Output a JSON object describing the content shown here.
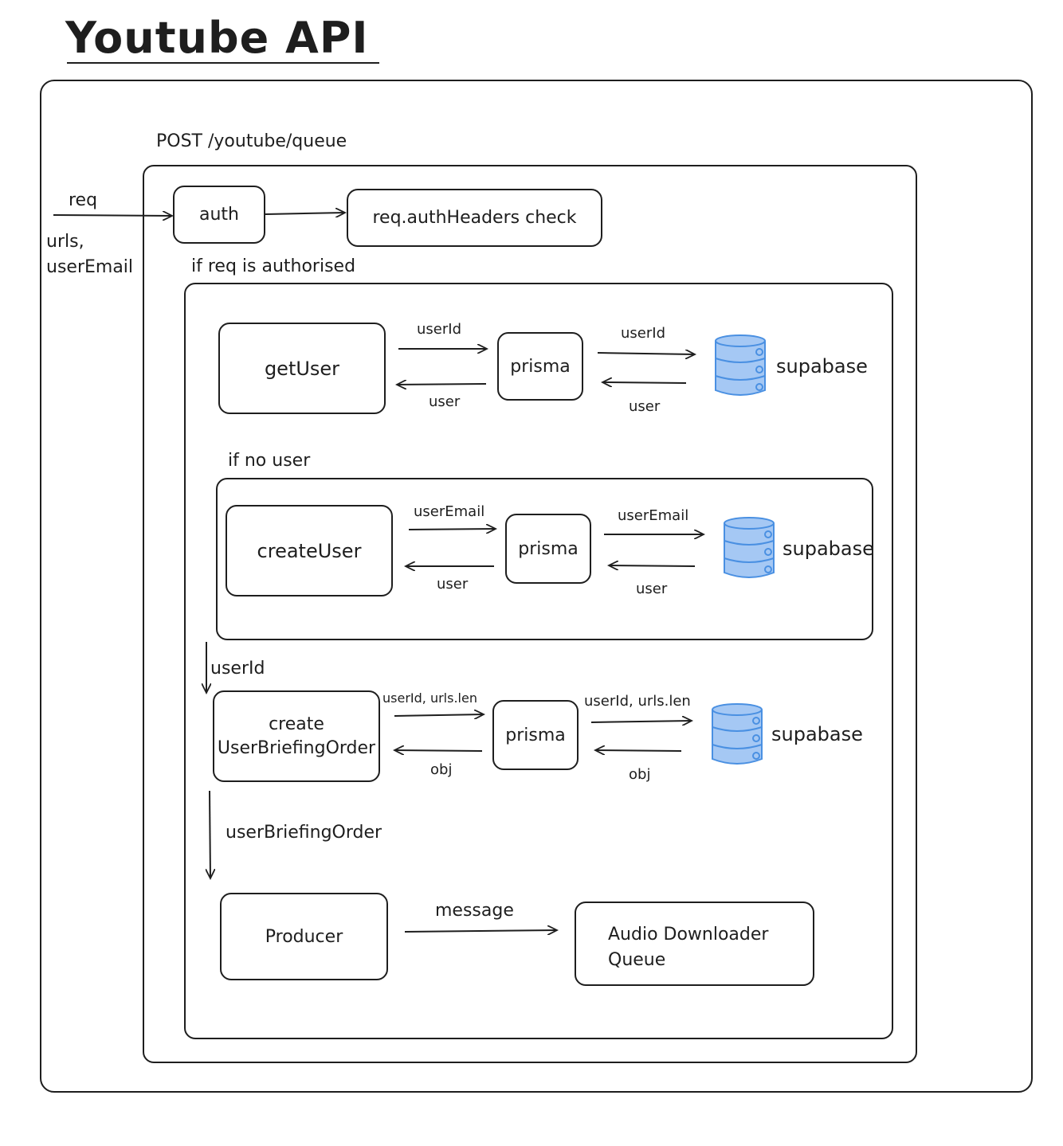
{
  "title": "Youtube API",
  "route": "POST /youtube/queue",
  "incoming": {
    "req": "req",
    "params": [
      "urls,",
      "userEmail"
    ]
  },
  "auth": {
    "label": "auth",
    "check": "req.authHeaders check"
  },
  "authorised_label": "if req is authorised",
  "get_user": {
    "node": "getUser",
    "prisma": "prisma",
    "db": "supabase",
    "to_prisma": "userId",
    "from_prisma": "user",
    "to_db": "userId",
    "from_db": "user"
  },
  "no_user_label": "if no user",
  "create_user": {
    "node": "createUser",
    "prisma": "prisma",
    "db": "supabase",
    "to_prisma": "userEmail",
    "from_prisma": "user",
    "to_db": "userEmail",
    "from_db": "user"
  },
  "flow_user_id": "userId",
  "create_order": {
    "node_line1": "create",
    "node_line2": "UserBriefingOrder",
    "prisma": "prisma",
    "db": "supabase",
    "to_prisma": "userId, urls.len",
    "from_prisma": "obj",
    "to_db": "userId, urls.len",
    "from_db": "obj"
  },
  "flow_order": "userBriefingOrder",
  "producer": {
    "node": "Producer",
    "edge": "message",
    "queue_line1": "Audio Downloader",
    "queue_line2": "Queue"
  },
  "colors": {
    "stroke": "#1e1e1e",
    "db_fill": "#a5c8f4",
    "db_stroke": "#4a90e2"
  }
}
